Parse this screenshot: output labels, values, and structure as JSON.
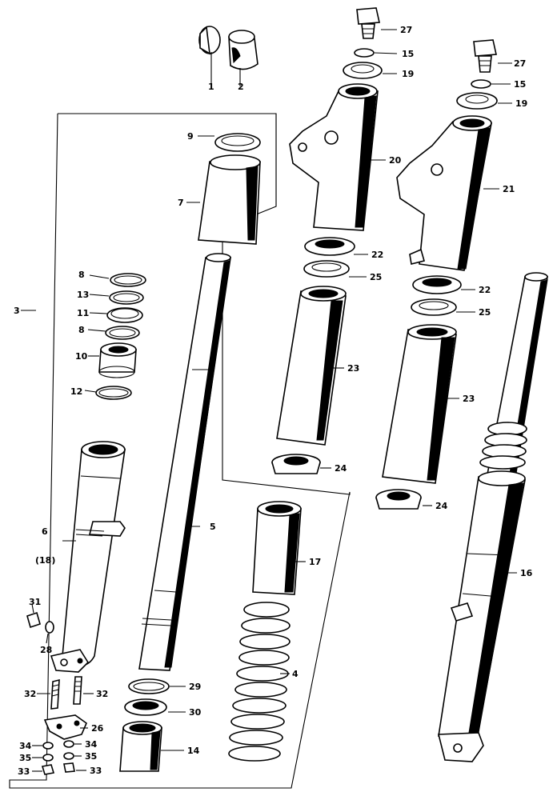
{
  "diagram": {
    "labels": {
      "p1": "1",
      "p2": "2",
      "p3": "3",
      "p4": "4",
      "p5": "5",
      "p6": "6",
      "p6_alt": "(18)",
      "p7": "7",
      "p8a": "8",
      "p8b": "8",
      "p9": "9",
      "p10": "10",
      "p11": "11",
      "p12": "12",
      "p13": "13",
      "p14": "14",
      "p15a": "15",
      "p15b": "15",
      "p16": "16",
      "p17": "17",
      "p19a": "19",
      "p19b": "19",
      "p20": "20",
      "p21": "21",
      "p22a": "22",
      "p22b": "22",
      "p23a": "23",
      "p23b": "23",
      "p24a": "24",
      "p24b": "24",
      "p25a": "25",
      "p25b": "25",
      "p26": "26",
      "p27a": "27",
      "p27b": "27",
      "p28": "28",
      "p29": "29",
      "p30": "30",
      "p31": "31",
      "p32a": "32",
      "p32b": "32",
      "p33a": "33",
      "p33b": "33",
      "p34a": "34",
      "p34b": "34",
      "p35a": "35",
      "p35b": "35"
    }
  }
}
